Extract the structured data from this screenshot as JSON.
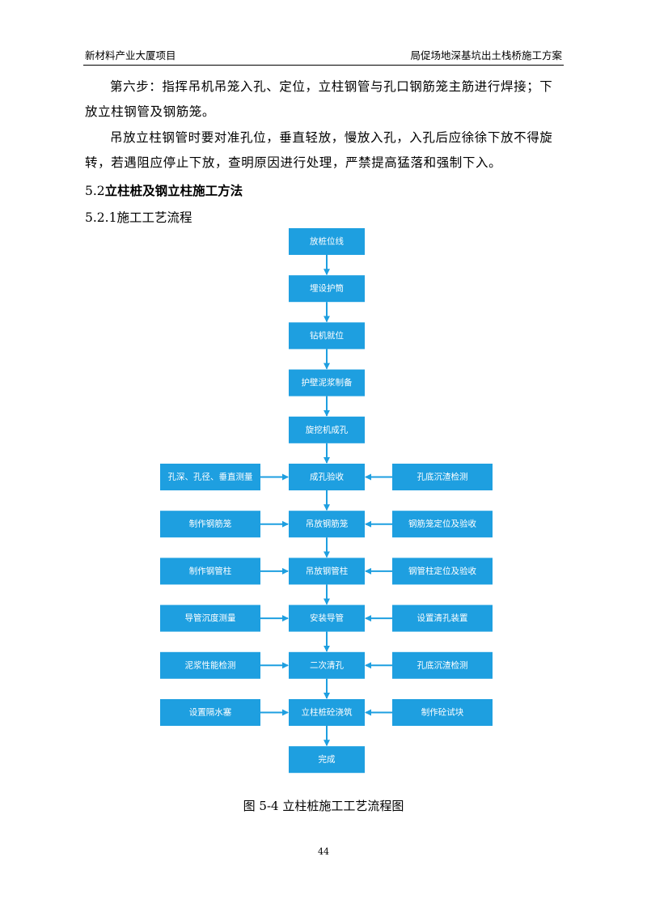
{
  "header": {
    "left": "新材料产业大厦项目",
    "right": "局促场地深基坑出土栈桥施工方案"
  },
  "body": {
    "para1": "第六步：指挥吊机吊笼入孔、定位，立柱钢管与孔口钢筋笼主筋进行焊接；下放立柱钢管及钢筋笼。",
    "para2": "吊放立柱钢管时要对准孔位，垂直轻放，慢放入孔，入孔后应徐徐下放不得旋转，若遇阻应停止下放，查明原因进行处理，严禁提高猛落和强制下入。",
    "section_number": "5.2",
    "section_title": "立柱桩及钢立柱施工方法",
    "subsection": "5.2.1施工工艺流程"
  },
  "flowchart": {
    "main": [
      "放桩位线",
      "埋设护筒",
      "钻机就位",
      "护壁泥浆制备",
      "旋挖机成孔",
      "成孔验收",
      "吊放钢筋笼",
      "吊放钢管柱",
      "安装导管",
      "二次清孔",
      "立柱桩砼浇筑",
      "完成"
    ],
    "left": [
      "孔深、孔径、垂直测量",
      "制作钢筋笼",
      "制作钢管柱",
      "导管沉度测量",
      "泥浆性能检测",
      "设置隔水塞"
    ],
    "right": [
      "孔底沉渣检测",
      "钢筋笼定位及验收",
      "钢管柱定位及验收",
      "设置清孔装置",
      "孔底沉渣检测",
      "制作砼试块"
    ],
    "box_color": "#1e9fe0"
  },
  "caption": "图 5-4  立柱桩施工工艺流程图",
  "page_number": "44"
}
